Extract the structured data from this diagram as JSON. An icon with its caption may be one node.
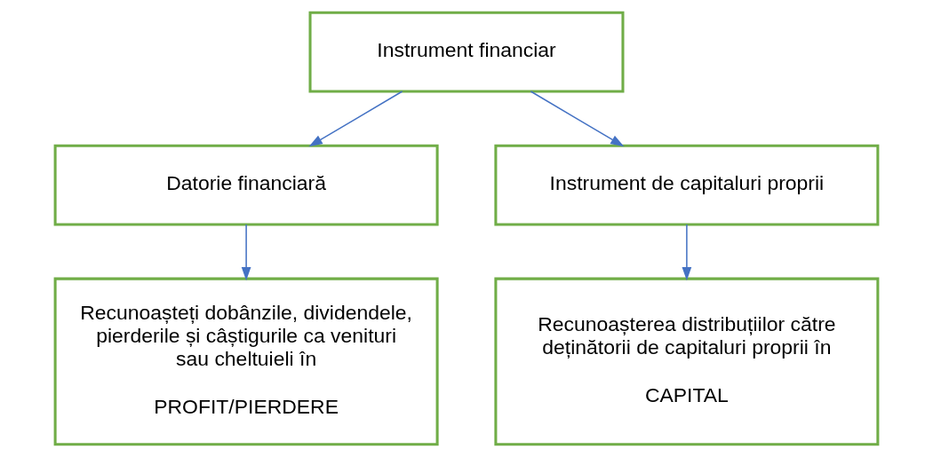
{
  "diagram": {
    "nodes": [
      {
        "text": [
          "Instrument financiar"
        ]
      },
      {
        "text": [
          "Datorie financiară"
        ]
      },
      {
        "text": [
          "Instrument de capitaluri proprii"
        ]
      },
      {
        "text": [
          "Recunoașteți dobânzile, dividendele, pierderile și câștigurile ca venituri sau cheltuieli în",
          "PROFIT/PIERDERE"
        ]
      },
      {
        "text": [
          "Recunoașterea distribuțiilor către deținătorii de capitaluri proprii în",
          "CAPITAL"
        ]
      }
    ],
    "edges": [
      {
        "from": 0,
        "to": 1,
        "arrow": "to"
      },
      {
        "from": 0,
        "to": 2,
        "arrow": "to"
      },
      {
        "from": 1,
        "to": 3,
        "arrow": "to"
      },
      {
        "from": 2,
        "to": 4,
        "arrow": "to"
      }
    ]
  }
}
